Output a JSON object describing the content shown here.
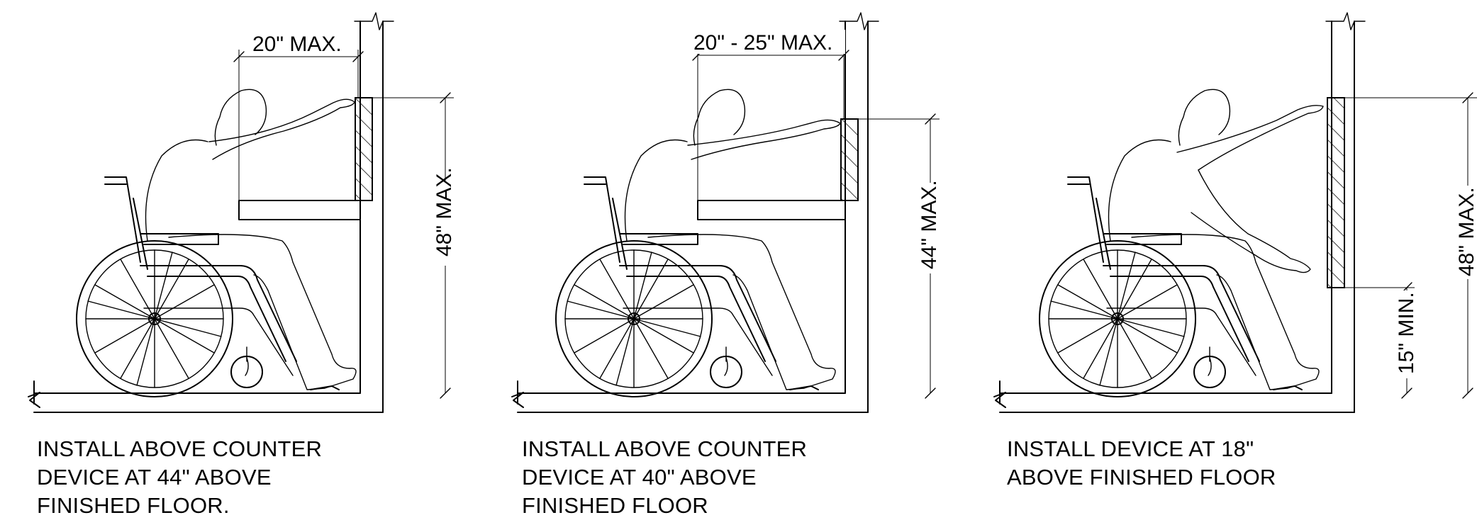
{
  "panels": [
    {
      "id": "above-counter-44",
      "reach_dim": "20\" MAX.",
      "height_dim": "48\" MAX.",
      "caption": [
        "INSTALL ABOVE COUNTER",
        "DEVICE AT 44\" ABOVE",
        "FINISHED FLOOR."
      ]
    },
    {
      "id": "above-counter-40",
      "reach_dim": "20\" - 25\" MAX.",
      "height_dim": "44\" MAX.",
      "caption": [
        "INSTALL ABOVE COUNTER",
        "DEVICE AT 40\" ABOVE",
        "FINISHED FLOOR"
      ]
    },
    {
      "id": "side-reach-18",
      "height_dim": "48\" MAX.",
      "min_dim": "15\" MIN.",
      "caption": [
        "INSTALL DEVICE AT 18\"",
        "ABOVE FINISHED FLOOR"
      ]
    }
  ]
}
